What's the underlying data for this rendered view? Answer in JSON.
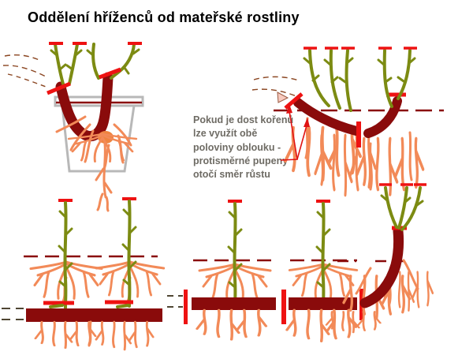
{
  "title": "Oddělení hříženců od mateřské rostliny",
  "annotation": {
    "lines": [
      "Pokud je dost kořenů",
      "lze využít obě",
      "poloviny oblouku -",
      "protisměrné pupeny",
      "otočí směr růstu"
    ]
  },
  "colors": {
    "background": "#ffffff",
    "title_text": "#000000",
    "annotation_text": "#6e6b64",
    "stem_olive": "#7c8b12",
    "wood_maroon": "#8a0b0b",
    "cut_bright_red": "#ee1212",
    "root_orange": "#f28a58",
    "pot_gray": "#b8b8b8",
    "guide_brown": "#8a4520",
    "callus_orange": "#ef8440",
    "pink_arrow": "#f7cabe"
  }
}
